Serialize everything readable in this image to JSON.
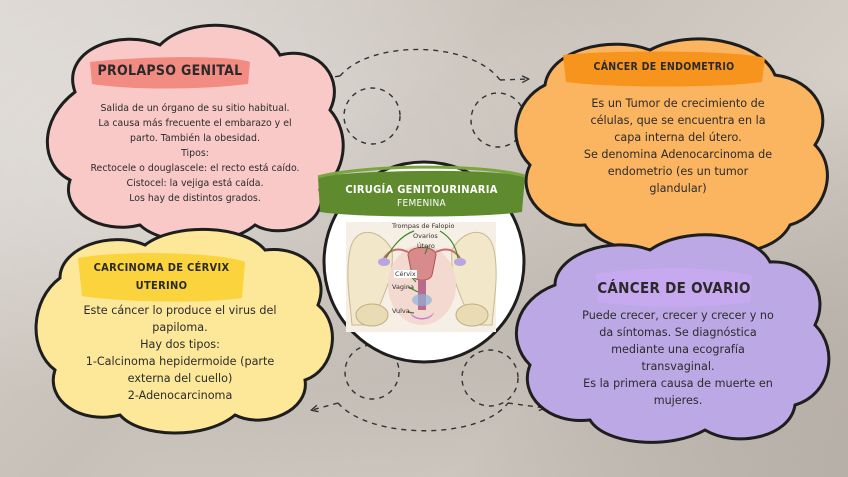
{
  "center": {
    "title": "CIRUGÍA GENITOURINARIA",
    "subtitle": "FEMENINA",
    "labels": [
      "Trompas de Falopio",
      "Ovarios",
      "Útero",
      "Cérvix",
      "Vagina",
      "Vulva"
    ]
  },
  "prolapso": {
    "title": "PROLAPSO GENITAL",
    "lines": [
      "Salida de un órgano de su sitio habitual.",
      "La causa más frecuente el embarazo y el",
      "parto. También la obesidad.",
      "Tipos:",
      "Rectocele o douglascele: el recto está caído.",
      "Cistocel: la vejiga está caída.",
      "Los hay de distintos grados."
    ]
  },
  "endometrio": {
    "title": "CÁNCER DE ENDOMETRIO",
    "lines": [
      "Es un Tumor de crecimiento de",
      "células, que se encuentra en la",
      "capa interna del útero.",
      "Se denomina Adenocarcinoma de",
      "endometrio (es un tumor",
      "glandular)"
    ]
  },
  "cervix": {
    "title_line1": "CARCINOMA DE CÉRVIX",
    "title_line2": "UTERINO",
    "lines": [
      "Este cáncer lo produce el virus del",
      "papiloma.",
      "Hay dos tipos:",
      "1-Calcinoma hepidermoide (parte",
      "externa del cuello)",
      "2-Adenocarcinoma"
    ]
  },
  "ovario": {
    "title": "CÁNCER DE OVARIO",
    "lines": [
      "Puede crecer, crecer y crecer y no",
      "da síntomas. Se diagnóstica",
      "mediante una ecografía",
      "transvaginal.",
      "Es la primera causa de muerte en",
      "mujeres."
    ]
  },
  "colors": {
    "pink_cloud": "#f8c9c7",
    "pink_pill": "#f28b82",
    "orange_cloud": "#fbb560",
    "orange_pill": "#f7941d",
    "yellow_cloud": "#fde89a",
    "yellow_pill": "#fbd33c",
    "purple_cloud": "#bda8e6",
    "purple_pill": "#c7a9f0",
    "green_banner": "#5f8a2e"
  }
}
